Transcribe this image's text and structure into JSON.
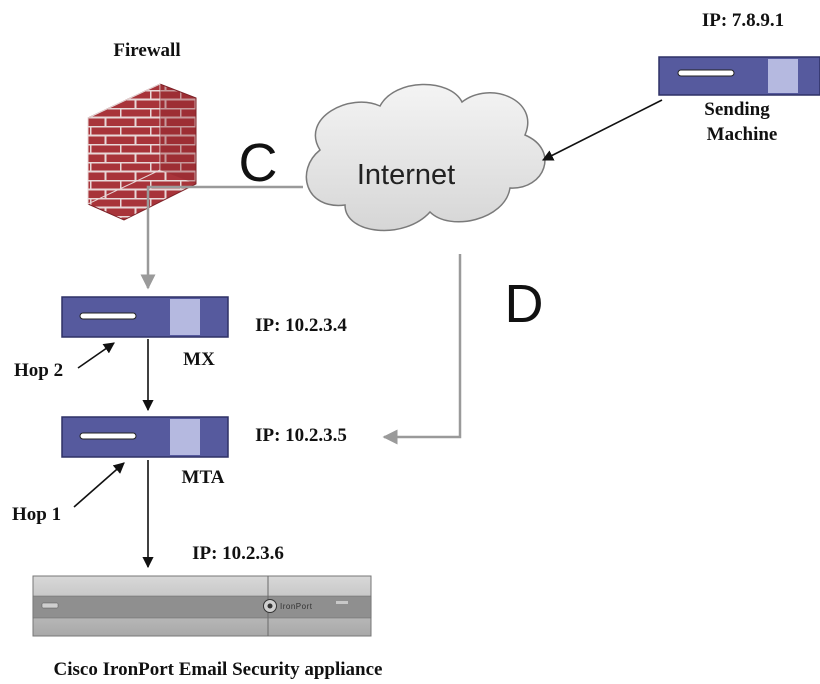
{
  "labels": {
    "firewall": "Firewall",
    "sending_ip": "IP: 7.8.9.1",
    "sending_machine_line1": "Sending",
    "sending_machine_line2": "Machine",
    "internet": "Internet",
    "path_c": "C",
    "path_d": "D",
    "mx_ip": "IP: 10.2.3.4",
    "mx": "MX",
    "hop2": "Hop 2",
    "mta_ip": "IP: 10.2.3.5",
    "mta": "MTA",
    "hop1": "Hop 1",
    "appliance_ip": "IP: 10.2.3.6",
    "appliance_brand": "IronPort",
    "appliance": "Cisco IronPort Email Security appliance"
  },
  "colors": {
    "server_body": "#565a9e",
    "server_highlight": "#b5b9e0",
    "firewall_brick": "#a8343a",
    "connector_gray": "#9a9a9a",
    "arrow_black": "#111111"
  }
}
